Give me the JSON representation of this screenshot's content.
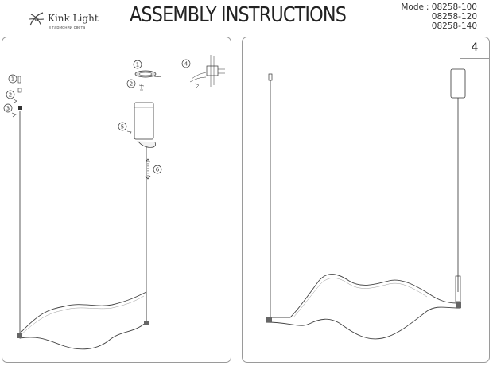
{
  "header": {
    "brand": "Kink Light",
    "tagline": "в гармонии света",
    "title": "ASSEMBLY INSTRUCTIONS",
    "models": [
      "Model: 08258-100",
      "08258-120",
      "08258-140"
    ]
  },
  "page_number": "4",
  "steps": [
    "1",
    "2",
    "3",
    "4",
    "5",
    "6"
  ]
}
